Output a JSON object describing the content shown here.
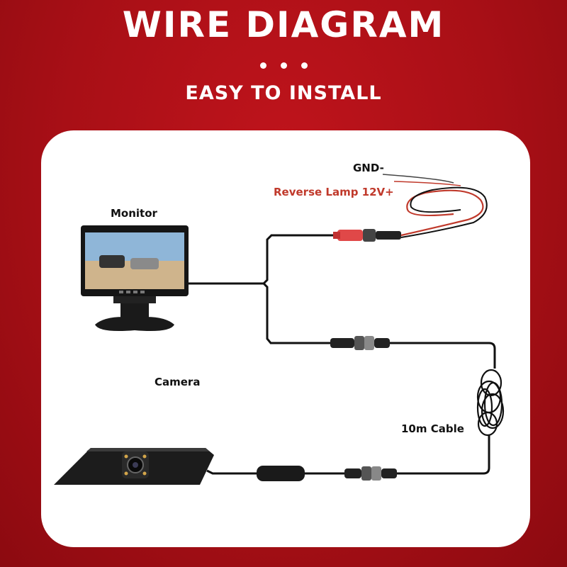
{
  "header": {
    "title": "WIRE DIAGRAM",
    "subtitle": "EASY TO INSTALL"
  },
  "labels": {
    "monitor": "Monitor",
    "camera": "Camera",
    "gnd": "GND-",
    "reverse_lamp": "Reverse Lamp 12V+",
    "cable": "10m Cable"
  },
  "colors": {
    "background": "#a80f16",
    "card": "#ffffff",
    "wire": "#111111",
    "power_wire": "#c0392b"
  }
}
